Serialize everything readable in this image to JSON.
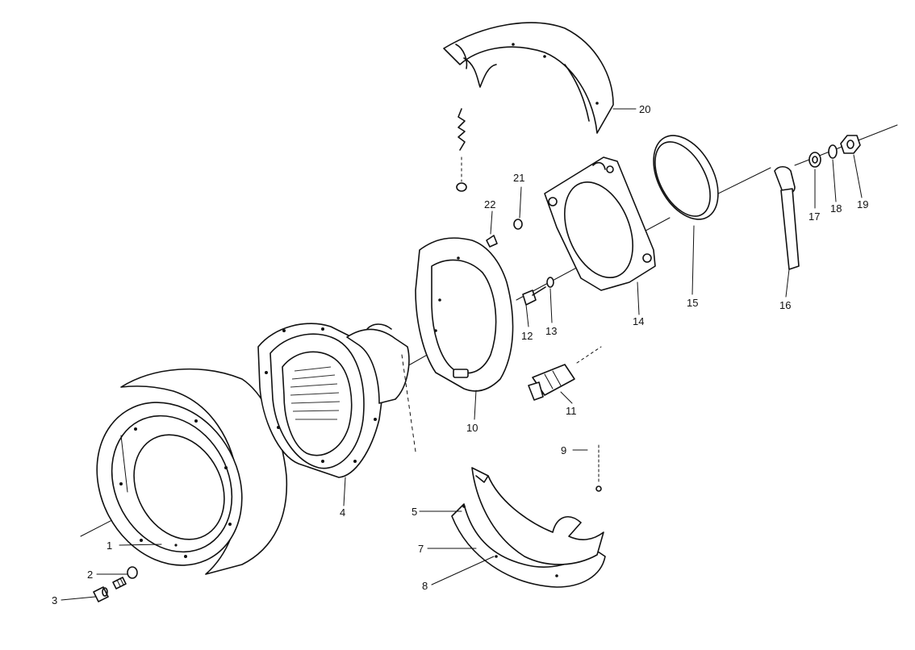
{
  "diagram": {
    "callouts": {
      "c1": "1",
      "c2": "2",
      "c3": "3",
      "c4": "4",
      "c5": "5",
      "c7": "7",
      "c8": "8",
      "c9": "9",
      "c10": "10",
      "c11": "11",
      "c12": "12",
      "c13": "13",
      "c14": "14",
      "c15": "15",
      "c16": "16",
      "c17": "17",
      "c18": "18",
      "c19": "19",
      "c20": "20",
      "c21": "21",
      "c22": "22"
    }
  }
}
